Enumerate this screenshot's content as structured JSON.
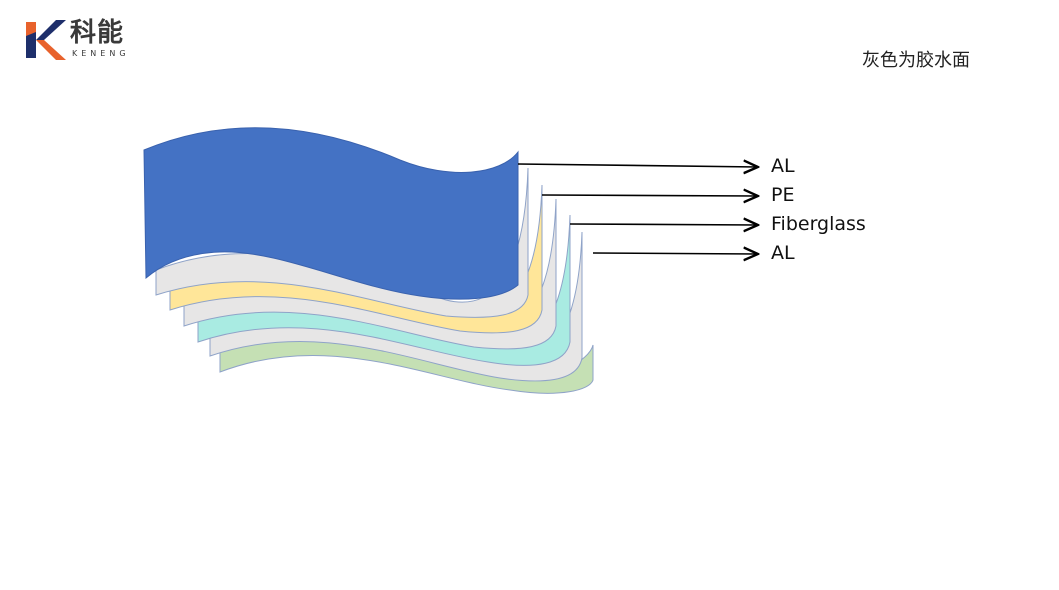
{
  "logo": {
    "cn": "科能",
    "en": "KENENG",
    "colors": {
      "orange": "#E8622C",
      "navy": "#1E2F6B"
    }
  },
  "caption": "灰色为胶水面",
  "layers": [
    {
      "label": "AL",
      "color": "#4472C4"
    },
    {
      "label": "PE",
      "color": "#FFE699"
    },
    {
      "label": "Fiberglass",
      "color": "#A9EBE2"
    },
    {
      "label": "AL",
      "color": "#C5E0B4"
    }
  ],
  "glue_color": "#E7E6E6"
}
